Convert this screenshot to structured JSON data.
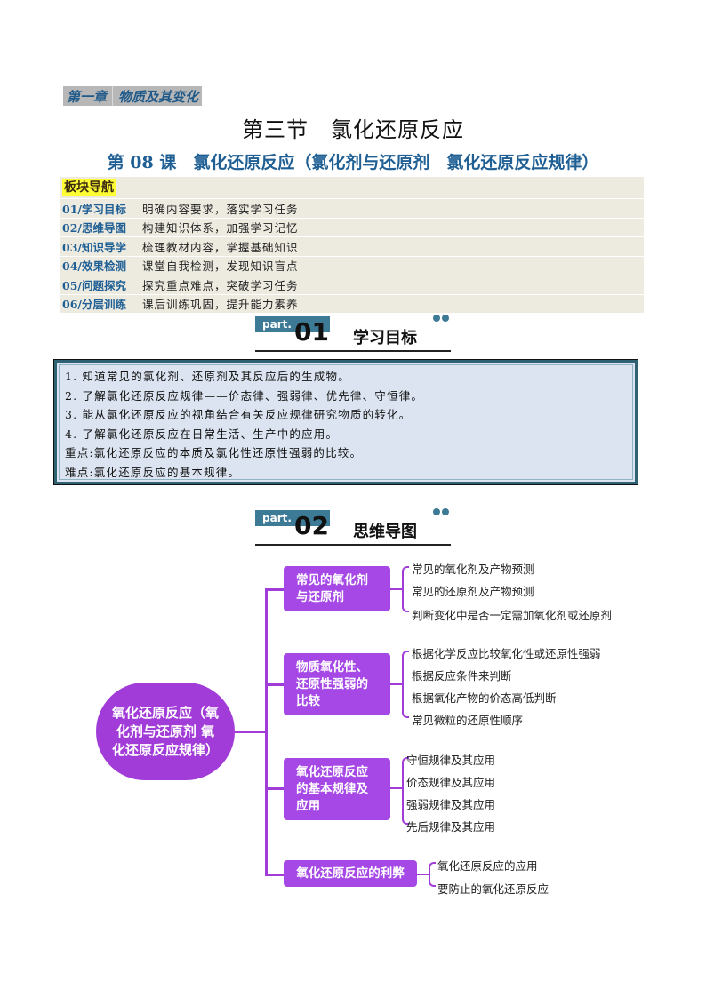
{
  "chapter": {
    "number": "第一章",
    "name": "物质及其变化"
  },
  "section_title": "第三节　氯化还原反应",
  "lesson_title": "第 08 课　氯化还原反应（氯化剂与还原剂　氯化还原反应规律）",
  "navigation": {
    "heading": "板块导航",
    "rows": [
      {
        "code": "01/学习目标",
        "desc": "明确内容要求，落实学习任务"
      },
      {
        "code": "02/思维导图",
        "desc": "构建知识体系，加强学习记忆"
      },
      {
        "code": "03/知识导学",
        "desc": "梳理教材内容，掌握基础知识"
      },
      {
        "code": "04/效果检测",
        "desc": "课堂自我检测，发现知识盲点"
      },
      {
        "code": "05/问题探究",
        "desc": "探究重点难点，突破学习任务"
      },
      {
        "code": "06/分层训练",
        "desc": "课后训练巩固，提升能力素养"
      }
    ]
  },
  "parts": [
    {
      "badge": "part.",
      "number": "01",
      "label": "学习目标"
    },
    {
      "badge": "part.",
      "number": "02",
      "label": "思维导图"
    }
  ],
  "objectives": [
    "1. 知道常见的氯化剂、还原剂及其反应后的生成物。",
    "2. 了解氯化还原反应规律——价态律、强弱律、优先律、守恒律。",
    "3. 能从氯化还原反应的视角结合有关反应规律研究物质的转化。",
    "4. 了解氯化还原反应在日常生活、生产中的应用。",
    "重点:氯化还原反应的本质及氯化性还原性强弱的比较。",
    "难点:氯化还原反应的基本规律。"
  ],
  "mindmap": {
    "root": "氧化还原反应（氧化剂与还原剂 氧化还原反应规律）",
    "branches": [
      {
        "label": "常见的氧化剂与还原剂",
        "leaves": [
          "常见的氧化剂及产物预测",
          "常见的还原剂及产物预测",
          "判断变化中是否一定需加氧化剂或还原剂"
        ]
      },
      {
        "label": "物质氧化性、还原性强弱的比较",
        "leaves": [
          "根据化学反应比较氧化性或还原性强弱",
          "根据反应条件来判断",
          "根据氧化产物的价态高低判断",
          "常见微粒的还原性顺序"
        ]
      },
      {
        "label": "氧化还原反应的基本规律及应用",
        "leaves": [
          "守恒规律及其应用",
          "价态规律及其应用",
          "强弱规律及其应用",
          "先后规律及其应用"
        ]
      },
      {
        "label": "氧化还原反应的利弊",
        "leaves": [
          "氧化还原反应的应用",
          "要防止的氧化还原反应"
        ]
      }
    ]
  },
  "colors": {
    "title_blue": "#1f5f94",
    "nav_bg": "#edeae0",
    "nav_highlight": "#ffff33",
    "part_badge": "#3d7a96",
    "objectives_bg": "#dbe4f0",
    "objectives_border": "#2f6272",
    "mindmap_purple": "#a548e6"
  }
}
